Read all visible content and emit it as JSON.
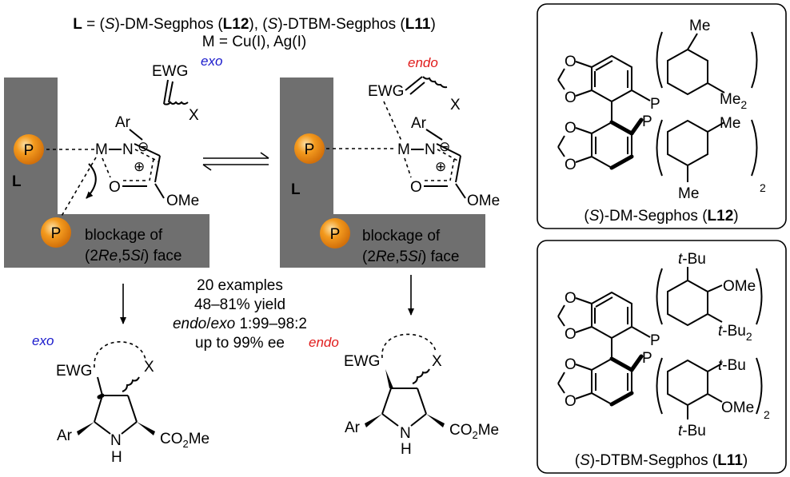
{
  "header": {
    "line1_parts": [
      "L",
      " = (",
      "S",
      ")-DM-Segphos (",
      "L12",
      "), (",
      "S",
      ")-DTBM-Segphos (",
      "L11",
      ")"
    ],
    "line2": "M = Cu(I), Ag(I)"
  },
  "left_state": {
    "stereo_label": "exo",
    "alkene_ewg": "EWG",
    "alkene_x": "X",
    "ligand_label": "L",
    "phosphorus_top": "P",
    "phosphorus_bottom": "P",
    "blockage_line1": "blockage of",
    "blockage_line2_parts": [
      "(2",
      "Re",
      ",5",
      "Si",
      ") face"
    ]
  },
  "complex": {
    "ar": "Ar",
    "metal": "M",
    "nitrogen": "N",
    "minus": "⊖",
    "plus": "⊕",
    "oxygen": "O",
    "ome": "OMe"
  },
  "right_state": {
    "stereo_label": "endo",
    "alkene_ewg": "EWG",
    "alkene_x": "X",
    "ligand_label": "L",
    "phosphorus_top": "P",
    "phosphorus_bottom": "P",
    "blockage_line1": "blockage of",
    "blockage_line2_parts": [
      "(2",
      "Re",
      ",5",
      "Si",
      ") face"
    ]
  },
  "results": {
    "line1": "20 examples",
    "line2": "48–81% yield",
    "line3_parts": [
      "endo",
      "/",
      "exo",
      " 1:99–98:2"
    ],
    "line4": "up to 99% ee"
  },
  "products": {
    "left_label": "exo",
    "right_label": "endo",
    "ewg": "EWG",
    "x": "X",
    "ar": "Ar",
    "nh": "N",
    "h": "H",
    "ester_parts": [
      "CO",
      "2",
      "Me"
    ]
  },
  "ligand_l12": {
    "me_top": "Me",
    "me_right_top_parts": [
      "Me",
      "2"
    ],
    "me_right_bottom": "Me",
    "me_bottom": "Me",
    "sub2": "2",
    "phos": "P",
    "caption_parts": [
      "(",
      "S",
      ")-DM-Segphos (",
      "L12",
      ")"
    ]
  },
  "ligand_l11": {
    "tbu1": "t",
    "tbu1b": "-Bu",
    "ome1": "OMe",
    "tbu2": "t",
    "tbu2b": "-Bu",
    "sub2": "2",
    "tbu3": "t",
    "tbu3b": "-Bu",
    "ome2": "OMe",
    "tbu4": "t",
    "tbu4b": "-Bu",
    "phos": "P",
    "caption_parts": [
      "(",
      "S",
      ")-DTBM-Segphos (",
      "L11",
      ")"
    ]
  },
  "colors": {
    "exo_label": "#1a1acc",
    "endo_label": "#e01b1b",
    "wall": "#6f6f6f",
    "phosphorus_sphere": "#f39a1e"
  }
}
